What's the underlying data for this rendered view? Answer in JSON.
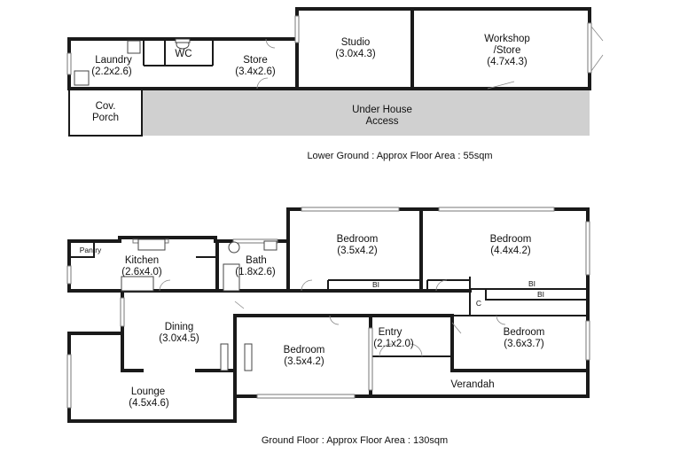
{
  "lower_ground": {
    "caption": "Lower Ground : Approx Floor Area : 55sqm",
    "rooms": {
      "laundry": {
        "name": "Laundry",
        "size": "(2.2x2.6)"
      },
      "wc": {
        "name": "WC"
      },
      "store": {
        "name": "Store",
        "size": "(3.4x2.6)"
      },
      "studio": {
        "name": "Studio",
        "size": "(3.0x4.3)"
      },
      "workshop": {
        "name": "Workshop",
        "name2": "/Store",
        "size": "(4.7x4.3)"
      },
      "porch": {
        "name": "Cov.",
        "name2": "Porch"
      },
      "under_house": {
        "name": "Under House",
        "name2": "Access"
      }
    }
  },
  "ground_floor": {
    "caption": "Ground Floor : Approx Floor Area : 130sqm",
    "rooms": {
      "pantry": {
        "name": "Pantry"
      },
      "kitchen": {
        "name": "Kitchen",
        "size": "(2.6x4.0)"
      },
      "bath": {
        "name": "Bath",
        "size": "(1.8x2.6)"
      },
      "bedroom1": {
        "name": "Bedroom",
        "size": "(3.5x4.2)"
      },
      "bedroom2": {
        "name": "Bedroom",
        "size": "(4.4x4.2)"
      },
      "dining": {
        "name": "Dining",
        "size": "(3.0x4.5)"
      },
      "bedroom3": {
        "name": "Bedroom",
        "size": "(3.5x4.2)"
      },
      "entry": {
        "name": "Entry",
        "size": "(2.1x2.0)"
      },
      "bedroom4": {
        "name": "Bedroom",
        "size": "(3.6x3.7)"
      },
      "lounge": {
        "name": "Lounge",
        "size": "(4.5x4.6)"
      },
      "verandah": {
        "name": "Verandah"
      },
      "cupboard": {
        "name": "C"
      }
    },
    "built_in_labels": [
      "BI",
      "BI",
      "BI"
    ]
  },
  "colors": {
    "wall": "#1a1a1a",
    "shaded_area": "#d0d0d0",
    "background": "#ffffff"
  }
}
